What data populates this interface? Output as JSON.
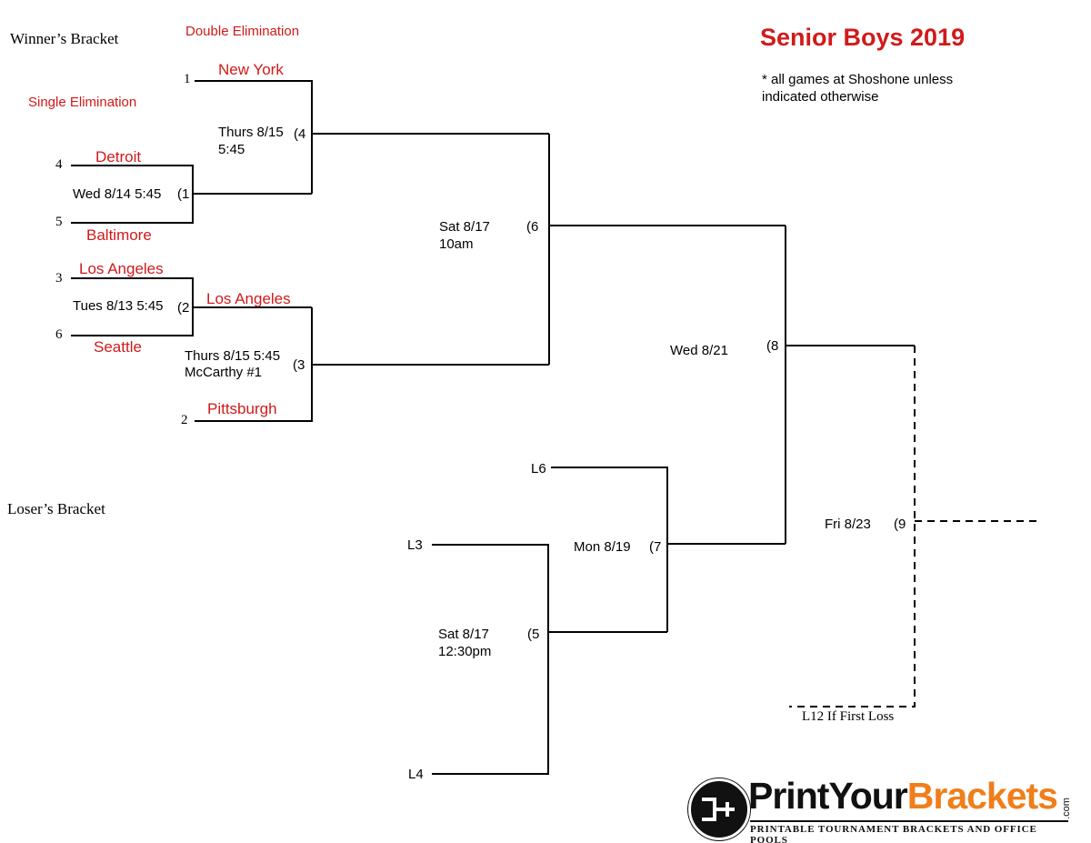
{
  "title": "Senior Boys 2019",
  "note": "* all games at Shoshone unless indicated otherwise",
  "headings": {
    "winners": "Winner’s Bracket",
    "losers": "Loser’s Bracket",
    "double_elim": "Double Elimination",
    "single_elim": "Single Elimination"
  },
  "teams": {
    "new_york": "New York",
    "detroit": "Detroit",
    "baltimore": "Baltimore",
    "los_angeles_r1": "Los Angeles",
    "seattle": "Seattle",
    "los_angeles_r2": "Los Angeles",
    "pittsburgh": "Pittsburgh"
  },
  "seeds": {
    "s1": "1",
    "s4": "4",
    "s5": "5",
    "s3": "3",
    "s6": "6",
    "s2": "2"
  },
  "games": {
    "g1": {
      "label": "Wed 8/14 5:45",
      "num": "(1"
    },
    "g2": {
      "label": "Tues 8/13 5:45",
      "num": "(2"
    },
    "g3": {
      "line1": "Thurs 8/15 5:45",
      "line2": "McCarthy #1",
      "num": "(3"
    },
    "g4": {
      "line1": "Thurs 8/15",
      "line2": "5:45",
      "num": "(4"
    },
    "g5": {
      "line1": "Sat 8/17",
      "line2": "12:30pm",
      "num": "(5"
    },
    "g6": {
      "line1": "Sat 8/17",
      "line2": "10am",
      "num": "(6"
    },
    "g7": {
      "label": "Mon 8/19",
      "num": "(7"
    },
    "g8": {
      "label": "Wed 8/21",
      "num": "(8"
    },
    "g9": {
      "label": "Fri 8/23",
      "num": "(9"
    }
  },
  "loser_slots": {
    "l3": "L3",
    "l4": "L4",
    "l6": "L6",
    "l12": "L12 If First Loss"
  },
  "logo": {
    "word_part1": "PrintYour",
    "word_part2": "Brackets",
    "domain": ".com",
    "tagline": "PRINTABLE TOURNAMENT BRACKETS AND OFFICE POOLS"
  },
  "colors": {
    "accent_red": "#d11a1a",
    "logo_orange": "#f07e1b",
    "line": "#000000"
  }
}
